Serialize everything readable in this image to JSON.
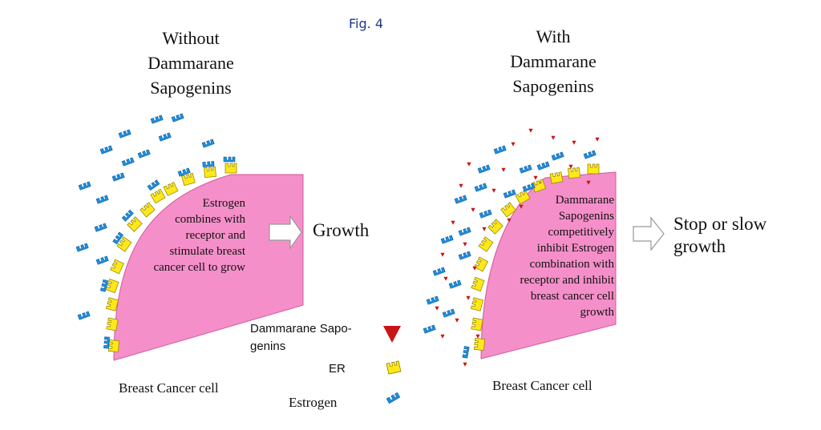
{
  "figure_label": "Fig. 4",
  "left_panel": {
    "title": [
      "Without",
      "Dammarane",
      "Sapogenins"
    ],
    "cell_text": [
      "Estrogen",
      "combines with",
      "receptor and",
      "stimulate breast",
      "cancer cell to grow"
    ],
    "outcome": [
      "Growth"
    ],
    "caption": "Breast Cancer cell"
  },
  "right_panel": {
    "title": [
      "With",
      "Dammarane",
      "Sapogenins"
    ],
    "cell_text": [
      "Dammarane",
      "Sapogenins",
      "competitively",
      "inhibit Estrogen",
      "combination with",
      "receptor and inhibit",
      "breast cancer cell",
      "growth"
    ],
    "outcome": [
      "Stop or slow",
      "growth"
    ],
    "caption": "Breast Cancer cell"
  },
  "legend": {
    "dammarane": [
      "Dammarane Sapo-",
      "genins"
    ],
    "er": "ER",
    "estrogen": "Estrogen"
  },
  "colors": {
    "cell_fill": "#f58fc9",
    "receptor_fill": "#ffe81a",
    "estrogen_fill": "#1e90e0",
    "dammarane_fill": "#c81414",
    "arrow_stroke": "#999999",
    "figure_label": "#1f3a8a"
  }
}
